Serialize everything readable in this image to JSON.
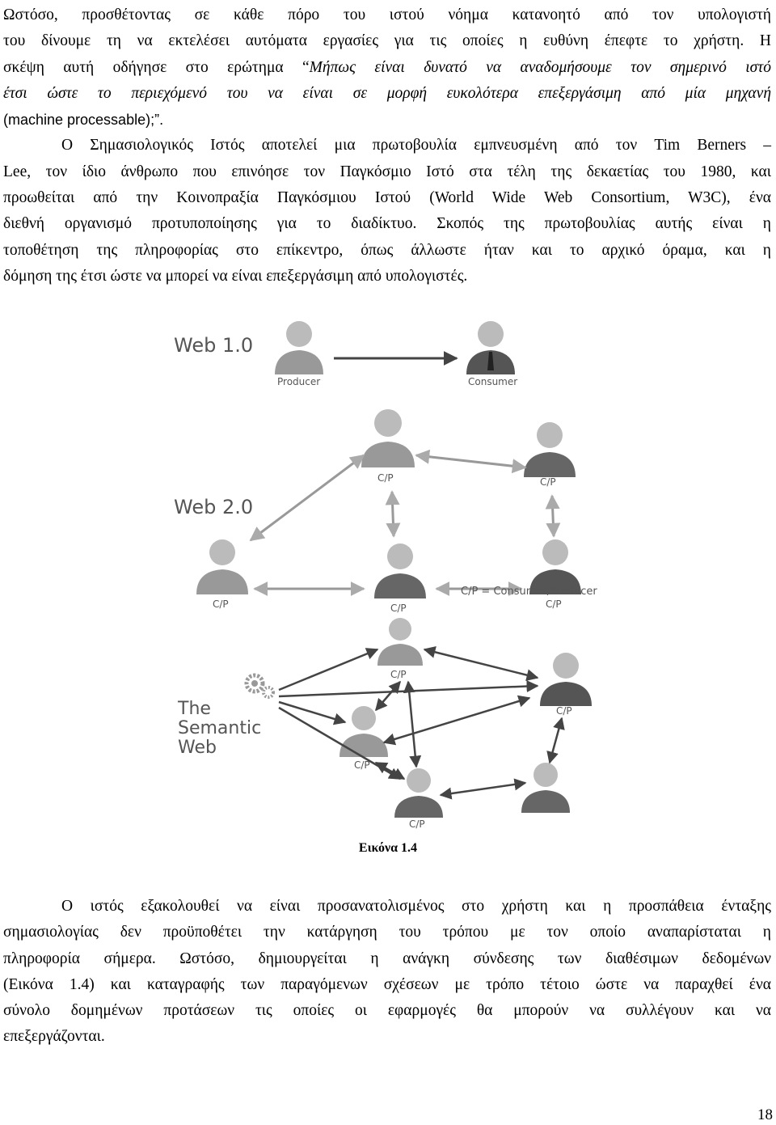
{
  "paragraphs": {
    "p1": {
      "l1": "Ωστόσο, προσθέτοντας σε κάθε πόρο του ιστού νόημα κατανοητό από τον υπολογιστή",
      "l2": "του δίνουμε τη να εκτελέσει αυτόματα εργασίες για τις οποίες η ευθύνη έπεφτε το χρήστη. Η",
      "l3a": "σκέψη αυτή οδήγησε στο ερώτημα “",
      "l3b": "Μήπως είναι δυνατό να αναδομήσουμε τον σημερινό ιστό",
      "l4": "έτσι ώστε το περιεχόμενό του να είναι σε μορφή ευκολότερα επεξεργάσιμη από μία μηχανή",
      "l5": "(machine processable);”."
    },
    "p2": {
      "l1": "Ο Σημασιολογικός Ιστός αποτελεί μια πρωτοβουλία εμπνευσμένη από τον Tim Berners –",
      "l2": "Lee, τον ίδιο άνθρωπο που επινόησε τον Παγκόσμιο Ιστό στα τέλη της δεκαετίας του 1980, και",
      "l3": "προωθείται από την Κοινοπραξία Παγκόσμιου Ιστού (World Wide Web Consortium, W3C), ένα",
      "l4": "διεθνή οργανισμό προτυποποίησης για το διαδίκτυο. Σκοπός της πρωτοβουλίας αυτής είναι η",
      "l5": "τοποθέτηση της πληροφορίας στο επίκεντρο, όπως άλλωστε ήταν και το αρχικό όραμα, και η",
      "l6": "δόμηση της έτσι ώστε να μπορεί να είναι επεξεργάσιμη από υπολογιστές."
    },
    "p3": {
      "l1": "Ο ιστός εξακολουθεί να είναι προσανατολισμένος στο χρήστη και η προσπάθεια ένταξης",
      "l2": "σημασιολογίας δεν προϋποθέτει την κατάργηση του τρόπου με τον οποίο αναπαρίσταται η",
      "l3": "πληροφορία σήμερα. Ωστόσο, δημιουργείται η ανάγκη σύνδεσης των διαθέσιμων δεδομένων",
      "l4": "(Εικόνα 1.4) και καταγραφής των παραγόμενων σχέσεων με τρόπο τέτοιο ώστε να παραχθεί ένα",
      "l5": "σύνολο δομημένων προτάσεων τις οποίες οι εφαρμογές θα μπορούν να συλλέγουν και να",
      "l6": "επεξεργάζονται."
    }
  },
  "figure": {
    "web1_title": "Web 1.0",
    "producer_label": "Producer",
    "consumer_label": "Consumer",
    "web2_title": "Web 2.0",
    "cp_label": "C/P",
    "legend": "C/P = Consumer/Producer",
    "semantic_line1": "The",
    "semantic_line2": "Semantic",
    "semantic_line3": "Web"
  },
  "caption": "Εικόνα 1.4",
  "page_number": "18"
}
